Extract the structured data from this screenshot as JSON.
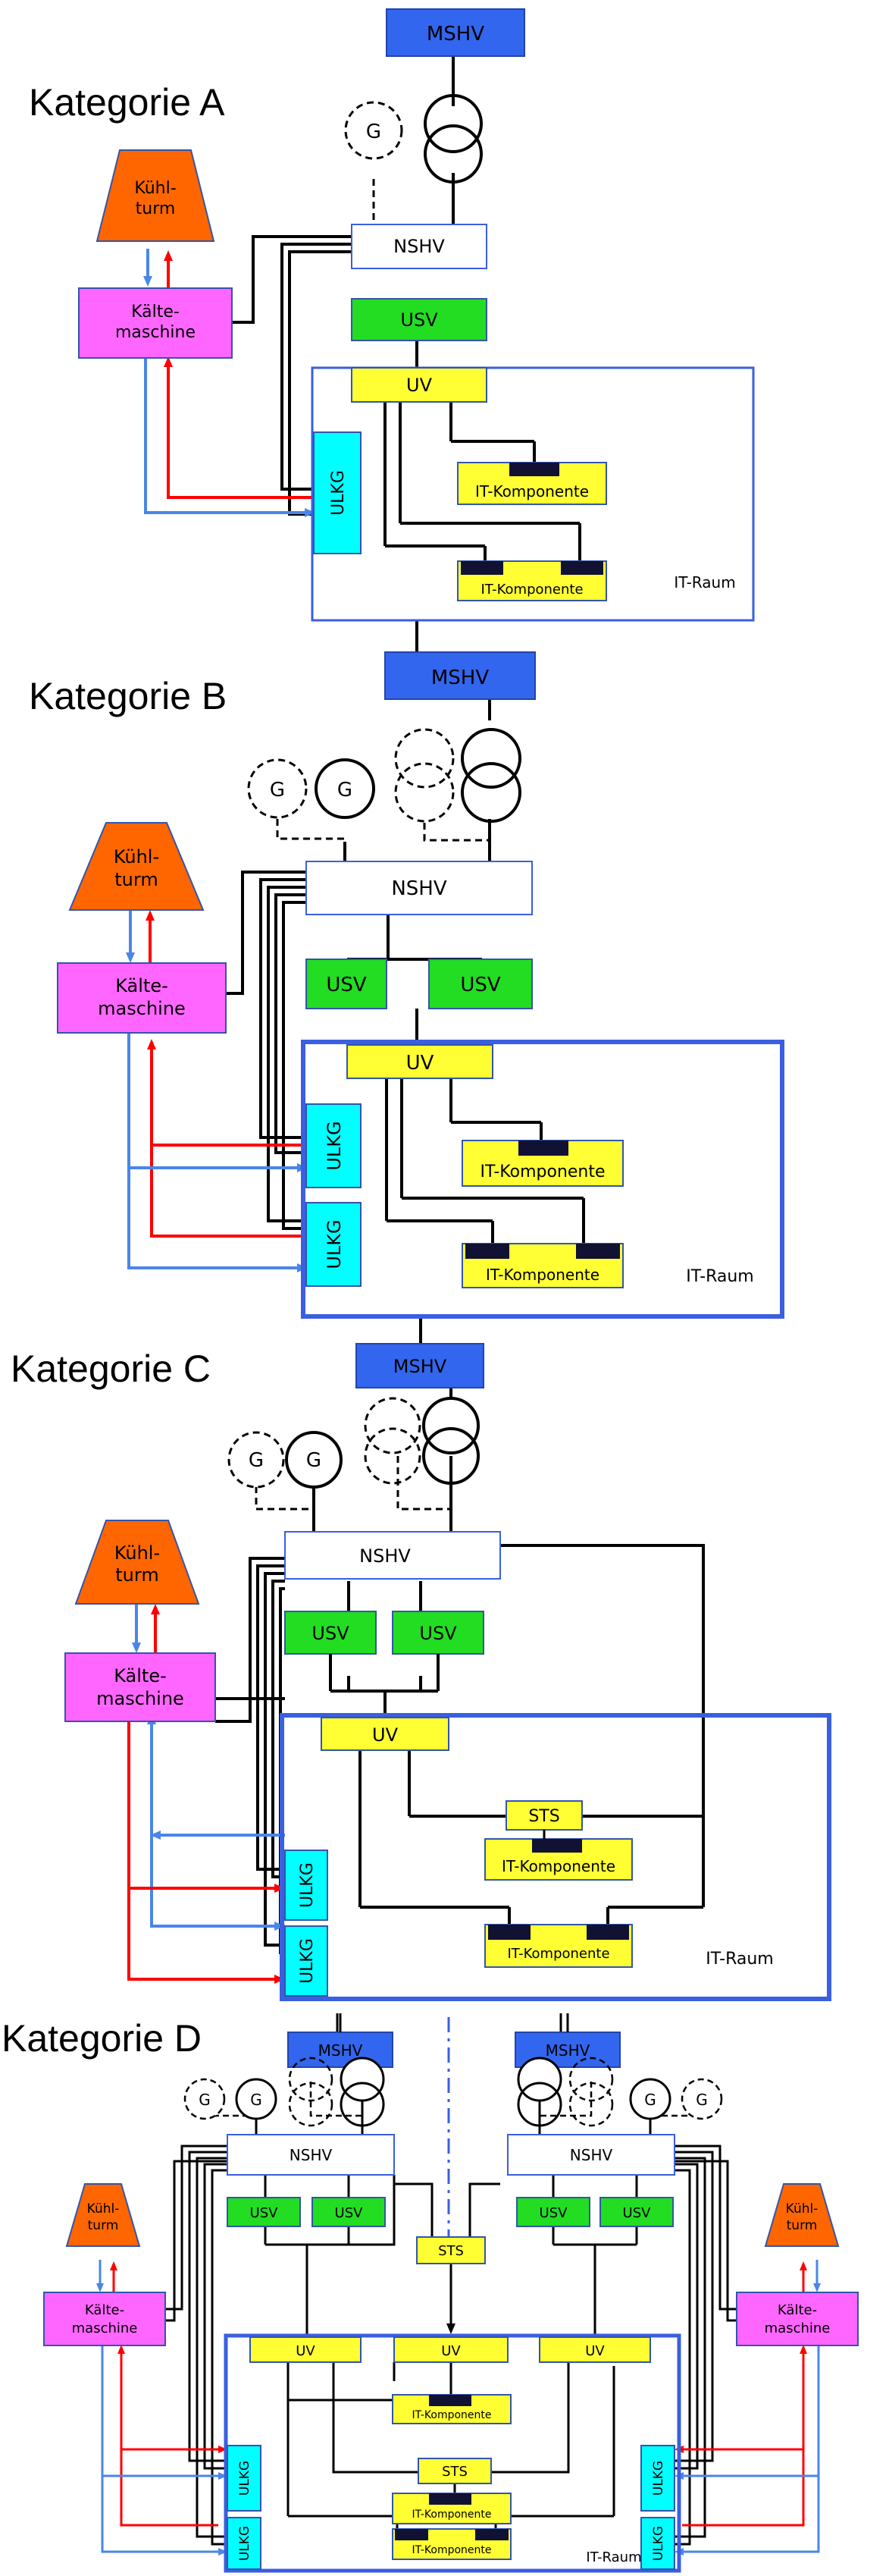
{
  "colors": {
    "mshv": "#3366ee",
    "usv": "#22dd22",
    "uv": "#ffff33",
    "ulkg": "#00ffff",
    "kuehlturm": "#ff6600",
    "kaeltemaschine": "#ff66ff",
    "power_line": "#000000",
    "cold_line": "#ff0000",
    "warm_line": "#4a86e8",
    "room_border": "#3a5fe0",
    "component_block": "#111133"
  },
  "labels": {
    "mshv": "MSHV",
    "nshv": "NSHV",
    "usv": "USV",
    "uv": "UV",
    "sts": "STS",
    "ulkg": "ULKG",
    "generator": "G",
    "kuehlturm_1": "Kühl-",
    "kuehlturm_2": "turm",
    "kaeltemaschine_1": "Kälte-",
    "kaeltemaschine_2": "maschine",
    "it_komponente": "IT-Komponente",
    "it_raum": "IT-Raum"
  },
  "sections": {
    "a": {
      "title": "Kategorie A"
    },
    "b": {
      "title": "Kategorie B"
    },
    "c": {
      "title": "Kategorie C"
    },
    "d": {
      "title": "Kategorie D"
    }
  }
}
